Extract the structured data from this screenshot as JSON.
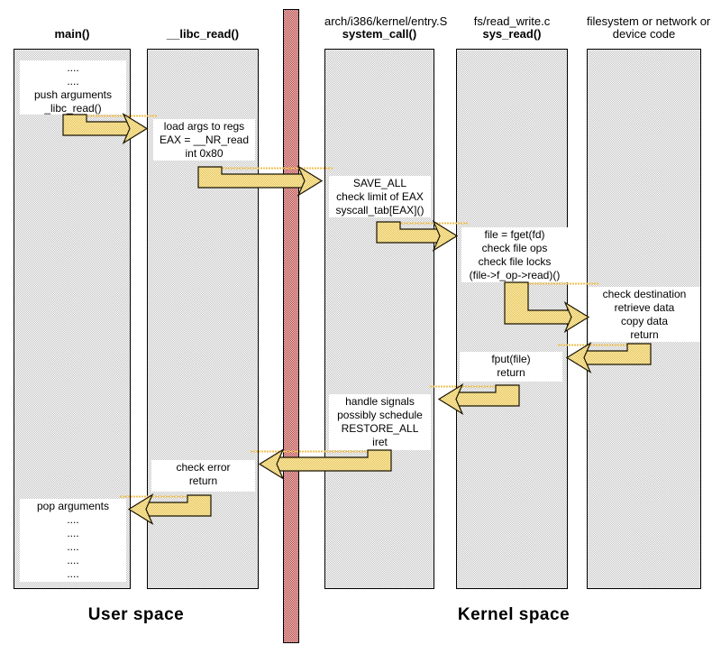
{
  "lanes": [
    {
      "id": "main",
      "header_sub": "",
      "header_main": "main()",
      "box_top": [
        "....",
        "....",
        "push arguments",
        "_libc_read()"
      ],
      "box_bottom": [
        "pop arguments",
        "....",
        "....",
        "....",
        "....",
        "...."
      ]
    },
    {
      "id": "libc-read",
      "header_sub": "",
      "header_main": "__libc_read()",
      "box_top": [
        "load args to regs",
        "EAX = __NR_read",
        "int 0x80"
      ],
      "box_bottom": [
        "check error",
        "return"
      ]
    },
    {
      "id": "system-call",
      "header_sub": "arch/i386/kernel/entry.S",
      "header_main": "system_call()",
      "box_top": [
        "SAVE_ALL",
        "check limit of EAX",
        "syscall_tab[EAX]()"
      ],
      "box_bottom": [
        "handle signals",
        "possibly schedule",
        "RESTORE_ALL",
        "iret"
      ]
    },
    {
      "id": "sys-read",
      "header_sub": "fs/read_write.c",
      "header_main": "sys_read()",
      "box_top": [
        "file = fget(fd)",
        "check file ops",
        "check file locks",
        "(file->f_op->read)()"
      ],
      "box_bottom": [
        "fput(file)",
        "return"
      ]
    },
    {
      "id": "device-code",
      "header_sub": "filesystem or network or",
      "header_main": "device code",
      "box_top": [
        "check destination",
        "retrieve data",
        "copy data",
        "return"
      ],
      "box_bottom": []
    }
  ],
  "labels": {
    "user_space": "User space",
    "kernel_space": "Kernel space"
  },
  "colors": {
    "lane_fill_dot": "#c2c2c2",
    "boundary_fill_dot": "#b23d3d",
    "arrow_fill_light": "#fcf4d4",
    "arrow_fill_dark": "#e5bd3a",
    "arrow_outline": "#1a1400",
    "arrow_topline": "#f0c050"
  }
}
